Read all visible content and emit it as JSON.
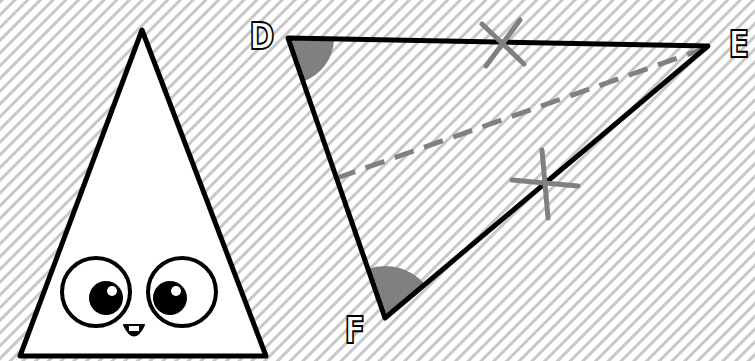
{
  "diagram": {
    "labels": [
      "D",
      "E",
      "F"
    ]
  }
}
